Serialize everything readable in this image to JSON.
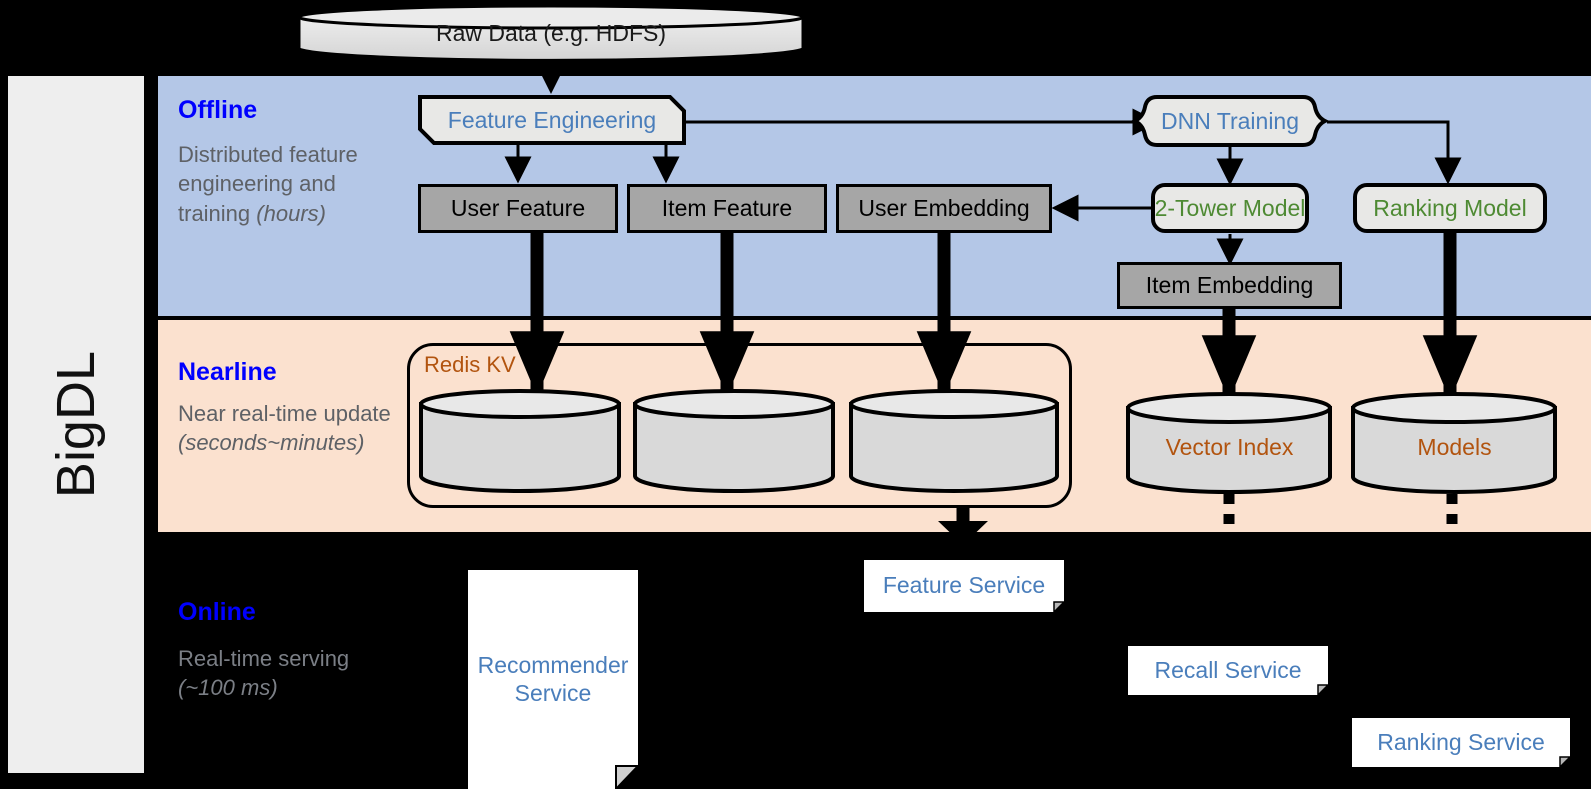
{
  "framework": {
    "name": "BigDL"
  },
  "layers": [
    {
      "id": "offline",
      "title": "Offline",
      "desc_line1": "Distributed feature engineering and training ",
      "desc_em": "(hours)"
    },
    {
      "id": "nearline",
      "title": "Nearline",
      "desc_line1": "Near real-time update ",
      "desc_em": "(seconds~minutes)"
    },
    {
      "id": "online",
      "title": "Online",
      "desc_line1": "Real-time serving ",
      "desc_em": "(~100 ms)"
    }
  ],
  "nodes": {
    "raw_data": "Raw Data (e.g. HDFS)",
    "feature_engineering": "Feature Engineering",
    "dnn_training": "DNN Training",
    "user_feature": "User Feature",
    "item_feature": "Item Feature",
    "user_embedding": "User Embedding",
    "two_tower_model": "2-Tower Model",
    "ranking_model": "Ranking Model",
    "item_embedding": "Item Embedding",
    "redis_kv": "Redis KV",
    "vector_index": "Vector Index",
    "models": "Models",
    "feature_service": "Feature Service",
    "recommender_service": "Recommender Service",
    "recall_service": "Recall Service",
    "ranking_service": "Ranking Service"
  },
  "colors": {
    "offline_band": "#b4c7e7",
    "nearline_band": "#fbe1cf",
    "online_band": "#000000",
    "rail": "#eeeeee",
    "layer_title": "#0000ff",
    "layer_desc": "#5e6166",
    "grey_box": "#a6a6a6",
    "process_fill": "#e8e8e6",
    "cylinder_fill": "#d9d9d9",
    "text_blue": "#4a7ebb",
    "text_green": "#4e8a33",
    "text_brown": "#b2540f",
    "service_card": "#ffffff"
  }
}
